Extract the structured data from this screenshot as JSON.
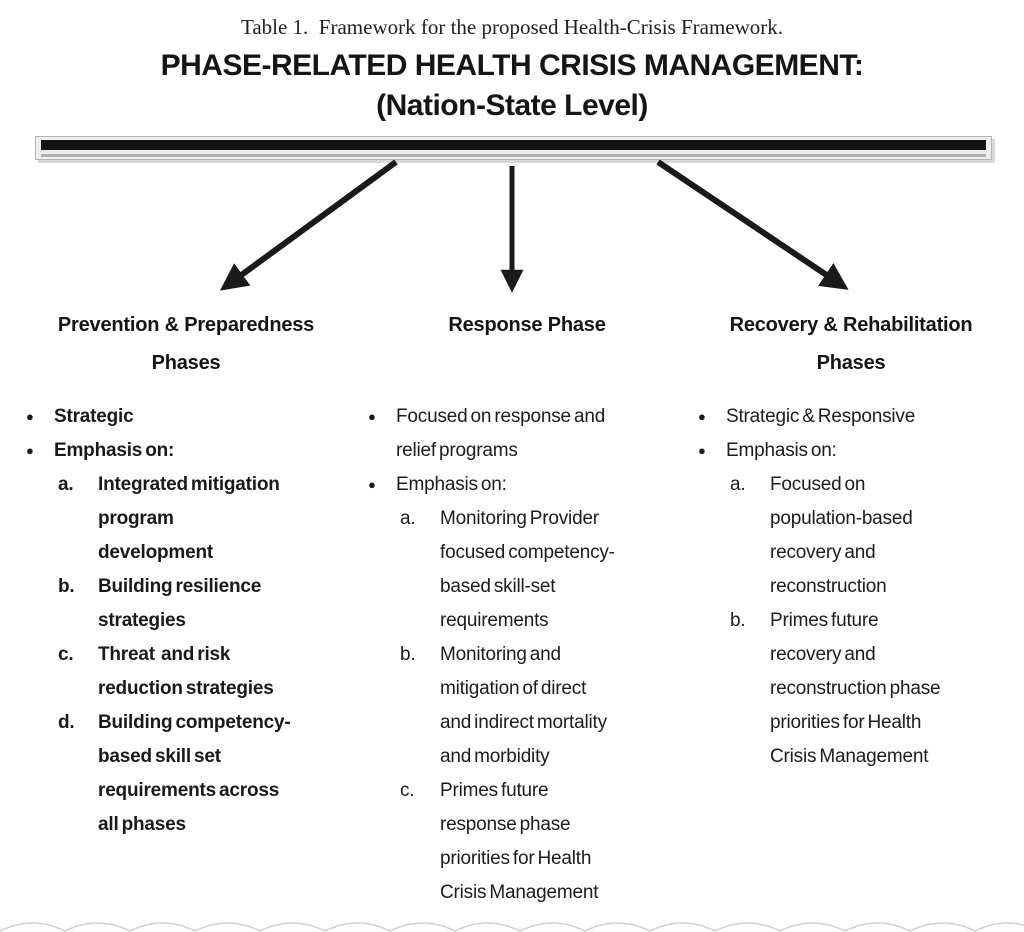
{
  "caption": "Table 1.  Framework for the proposed Health-Crisis Framework.",
  "title": {
    "line1": "PHASE-RELATED HEALTH CRISIS MANAGEMENT:",
    "line2": "(Nation-State Level)"
  },
  "bullet_char": "●",
  "colors": {
    "text": "#1a1a1a",
    "bar_black": "#121212",
    "bar_background": "#eeeeee",
    "bar_gray_line": "#b0b0b0",
    "arrow": "#1a1a1a",
    "scallop": "#cfcfcf"
  },
  "columns": [
    {
      "header": "Prevention & Preparedness\nPhases",
      "items": [
        {
          "type": "bullet",
          "text": "Strategic"
        },
        {
          "type": "bullet",
          "text": "Emphasis on:"
        },
        {
          "type": "sub",
          "label": "a.",
          "text": "Integrated mitigation\nprogram\ndevelopment"
        },
        {
          "type": "sub",
          "label": "b.",
          "text": "Building resilience\nstrategies"
        },
        {
          "type": "sub",
          "label": "c.",
          "text": "Threat  and risk\nreduction strategies"
        },
        {
          "type": "sub",
          "label": "d.",
          "text": "Building competency-\nbased skill set\nrequirements across\nall phases"
        }
      ]
    },
    {
      "header": "Response Phase",
      "items": [
        {
          "type": "bullet",
          "text": "Focused on response and\nrelief programs"
        },
        {
          "type": "bullet",
          "text": "Emphasis on:"
        },
        {
          "type": "sub",
          "label": "a.",
          "text": "Monitoring Provider\nfocused competency-\nbased skill-set\nrequirements"
        },
        {
          "type": "sub",
          "label": "b.",
          "text": "Monitoring and\nmitigation of direct\nand indirect mortality\nand morbidity"
        },
        {
          "type": "sub",
          "label": "c.",
          "text": "Primes future\nresponse phase\npriorities for Health\nCrisis Management"
        }
      ]
    },
    {
      "header": "Recovery & Rehabilitation\nPhases",
      "items": [
        {
          "type": "bullet",
          "text": "Strategic & Responsive"
        },
        {
          "type": "bullet",
          "text": "Emphasis on:"
        },
        {
          "type": "sub",
          "label": "a.",
          "text": "Focused on\npopulation-based\nrecovery and\nreconstruction"
        },
        {
          "type": "sub",
          "label": "b.",
          "text": "Primes future\nrecovery and\nreconstruction phase\npriorities for Health\nCrisis Management"
        }
      ]
    }
  ]
}
